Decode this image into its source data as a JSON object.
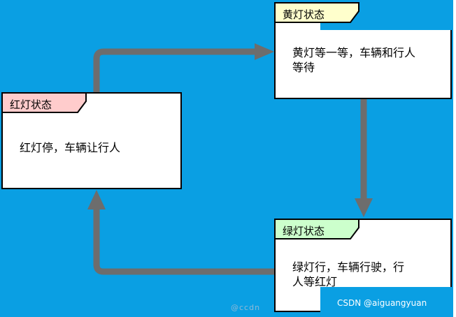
{
  "states": {
    "red": {
      "title": "红灯状态",
      "text": "红灯停，车辆让行人",
      "tab_color": "#ffcccc"
    },
    "yellow": {
      "title": "黄灯状态",
      "text_line1": "黄灯等一等，车辆和行人",
      "text_line2": "等待",
      "tab_color": "#ffffcc"
    },
    "green": {
      "title": "绿灯状态",
      "text_line1": "绿灯行，车辆行驶，行",
      "text_line2": "人等红灯",
      "tab_color": "#ccffcc"
    }
  },
  "colors": {
    "background": "#0a9fe3",
    "arrow": "#6d6d6d"
  },
  "watermark": {
    "text": "CSDN @aiguangyuan",
    "left_fragment": "@ccdn"
  }
}
